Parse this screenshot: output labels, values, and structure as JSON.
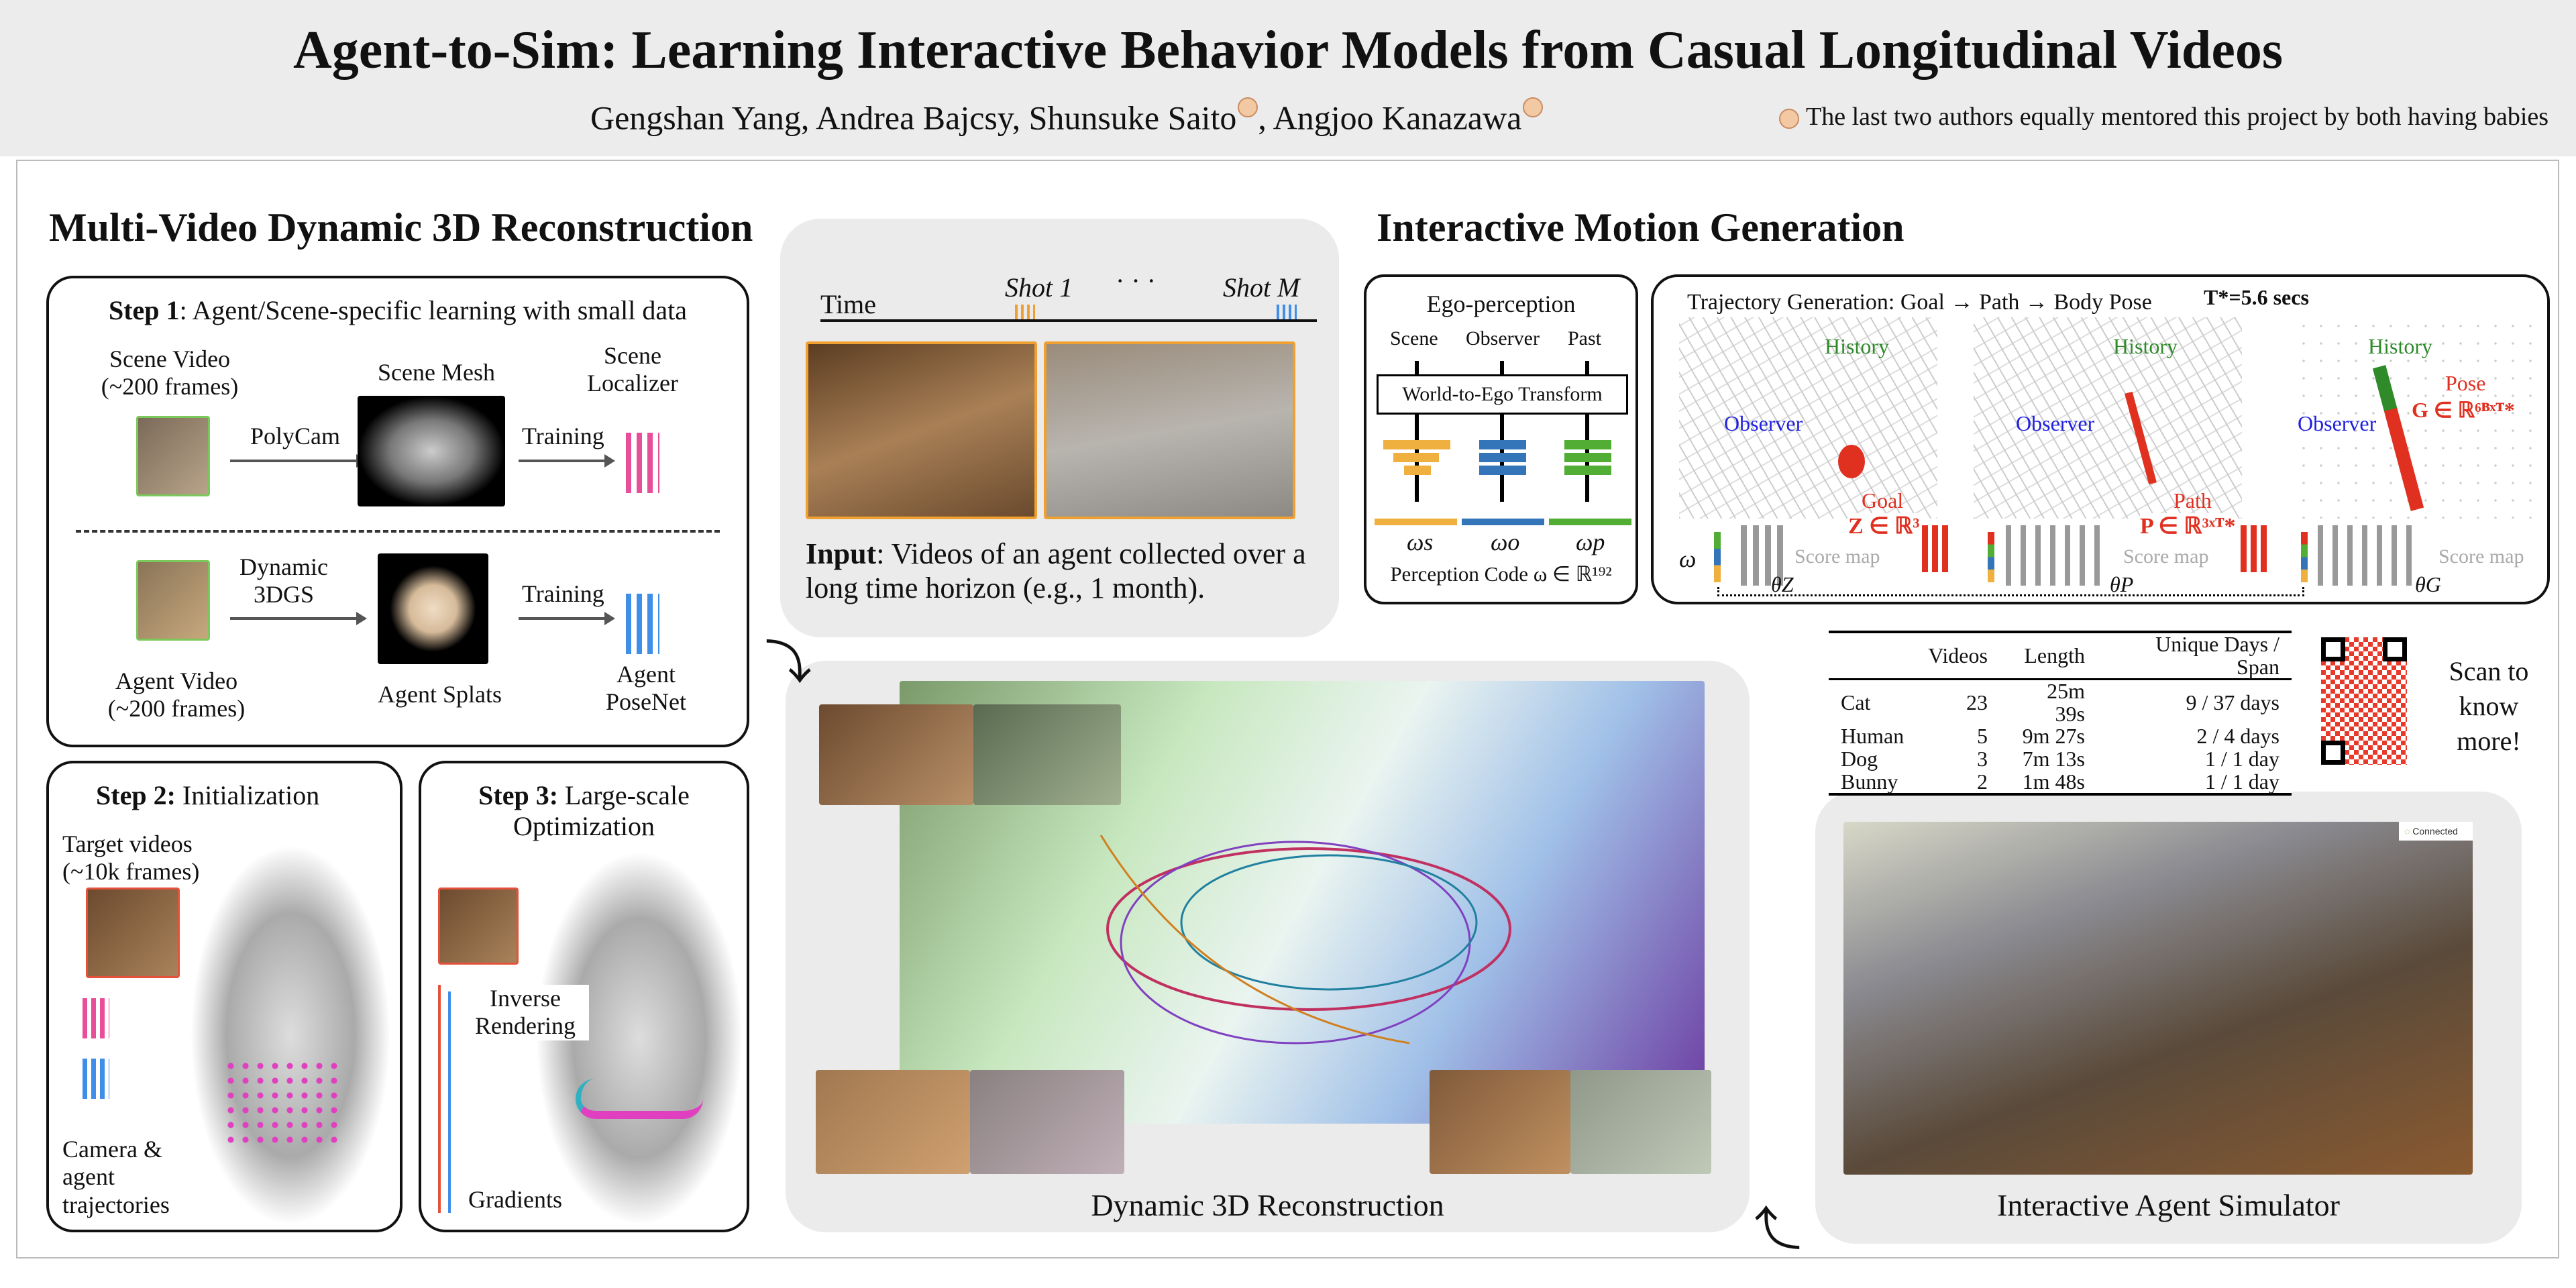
{
  "header": {
    "title": "Agent-to-Sim: Learning Interactive Behavior Models from Casual Longitudinal Videos",
    "authors_plain": "Gengshan Yang, Andrea Bajcsy, ",
    "author3": "Shunsuke Saito",
    "sep": ", ",
    "author4": "Angjoo Kanazawa",
    "note": "The last two authors equally mentored this project by both having babies",
    "baby_icon": "baby-icon"
  },
  "left": {
    "heading": "Multi-Video Dynamic 3D Reconstruction",
    "step1": {
      "label": "Step 1",
      "text": ": Agent/Scene-specific learning with small data",
      "scene_video": "Scene Video",
      "scene_frames": "(~200 frames)",
      "polycam": "PolyCam",
      "scene_mesh": "Scene Mesh",
      "scene_loc1": "Scene",
      "scene_loc2": "Localizer",
      "training1": "Training",
      "dyn1": "Dynamic",
      "dyn2": "3DGS",
      "agent_splats": "Agent Splats",
      "training2": "Training",
      "agent_pn1": "Agent",
      "agent_pn2": "PoseNet",
      "agent_video": "Agent Video",
      "agent_frames": "(~200 frames)"
    },
    "step2": {
      "label": "Step 2:",
      "text": " Initialization",
      "target1": "Target videos",
      "target2": "(~10k frames)",
      "cam1": "Camera &",
      "cam2": "agent",
      "cam3": "trajectories"
    },
    "step3": {
      "label": "Step 3:",
      "text1": " Large-scale",
      "text2": "Optimization",
      "inv1": "Inverse",
      "inv2": "Rendering",
      "gradients": "Gradients"
    }
  },
  "input": {
    "time": "Time",
    "shot1": "Shot 1",
    "dots": "· · ·",
    "shotm": "Shot M",
    "label": "Input",
    "text": ": Videos of an agent collected over a long time horizon (e.g., 1 month)."
  },
  "recon": {
    "caption": "Dynamic 3D Reconstruction"
  },
  "motion": {
    "heading": "Interactive Motion Generation",
    "ego": {
      "title": "Ego-perception",
      "scene": "Scene",
      "observer": "Observer",
      "past": "Past",
      "transform": "World-to-Ego Transform",
      "ws": "ωs",
      "wo": "ωo",
      "wp": "ωp",
      "code": "Perception Code ω ∈ ℝ¹⁹²",
      "colors": {
        "scene": "#f0b040",
        "observer": "#3474b8",
        "past": "#52ad34"
      }
    },
    "traj": {
      "title": "Trajectory Generation: Goal → Path → Body Pose",
      "horizon": "T*=5.6 secs",
      "history": "History",
      "observer": "Observer",
      "goal": "Goal",
      "goal_eq": "Z ∈ ℝ³",
      "path": "Path",
      "path_eq": "P ∈ ℝ³ˣᵀ*",
      "pose": "Pose",
      "pose_eq": "G ∈ ℝ⁶ᴮˣᵀ*",
      "omega": "ω",
      "thz": "θZ",
      "thp": "θP",
      "thg": "θG",
      "score": "Score map"
    }
  },
  "table": {
    "headers": [
      "",
      "Videos",
      "Length",
      "Unique Days / Span"
    ],
    "rows": [
      [
        "Cat",
        "23",
        "25m 39s",
        "9 / 37 days"
      ],
      [
        "Human",
        "5",
        "9m 27s",
        "2 / 4 days"
      ],
      [
        "Dog",
        "3",
        "7m 13s",
        "1 / 1 day"
      ],
      [
        "Bunny",
        "2",
        "1m 48s",
        "1 / 1 day"
      ]
    ]
  },
  "qr": {
    "text1": "Scan to",
    "text2": "know",
    "text3": "more!"
  },
  "sim": {
    "status": "Connected",
    "caption": "Interactive Agent Simulator"
  }
}
